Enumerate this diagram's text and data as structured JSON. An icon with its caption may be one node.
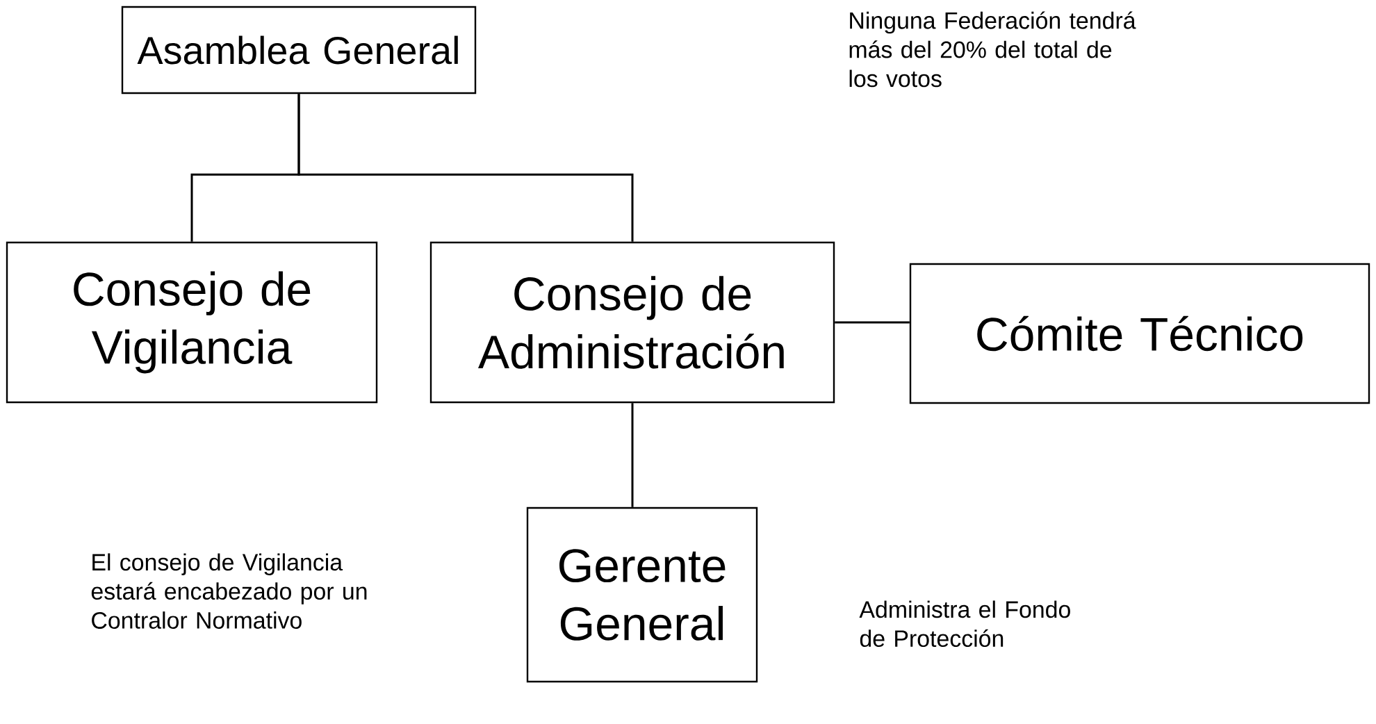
{
  "diagram": {
    "nodes": [
      {
        "text": [
          "Asamblea General"
        ]
      },
      {
        "text": [
          "Consejo de Vigilancia"
        ]
      },
      {
        "text": [
          "Consejo de Administración"
        ]
      },
      {
        "text": [
          "Cómite Técnico"
        ]
      },
      {
        "text": [
          "Gerente General"
        ]
      }
    ],
    "edges": [
      {
        "from": 0,
        "to": 1,
        "arrow": "none"
      },
      {
        "from": 0,
        "to": 2,
        "arrow": "none"
      },
      {
        "from": 2,
        "to": 3,
        "arrow": "none"
      },
      {
        "from": 2,
        "to": 4,
        "arrow": "none"
      }
    ],
    "labels": [
      "Ninguna Federación tendrá más del 20% del total de los votos",
      "El consejo de Vigilancia estará encabezado por un Contralor Normativo",
      "Administra el Fondo de Protección"
    ]
  }
}
